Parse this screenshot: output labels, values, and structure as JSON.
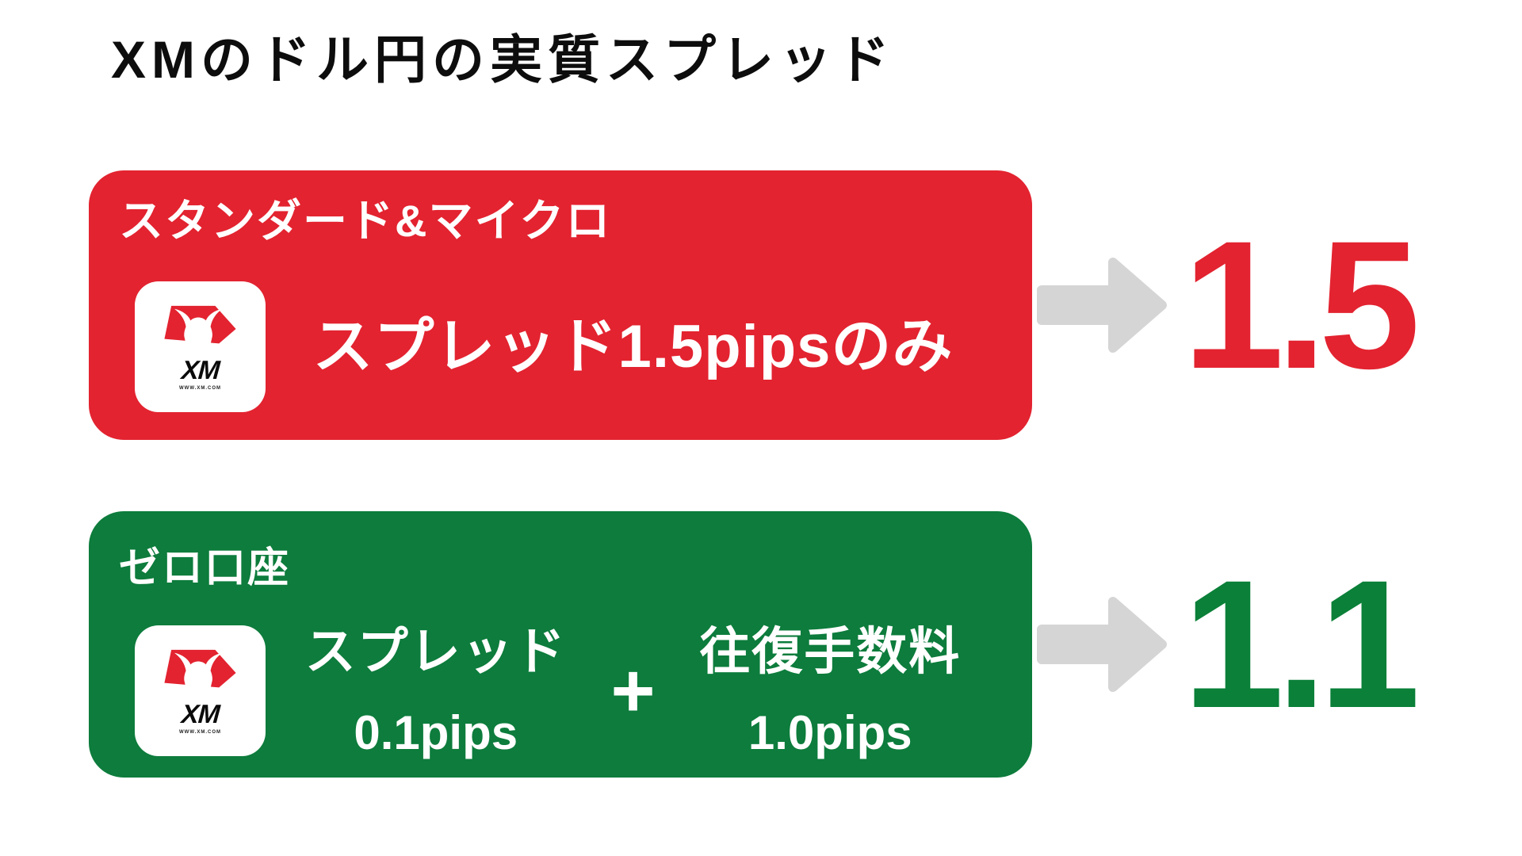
{
  "page": {
    "title": "XMのドル円の実質スプレッド",
    "background": "#ffffff"
  },
  "colors": {
    "card_red": "#e32330",
    "card_green": "#0d7c3c",
    "number_red": "#e32330",
    "number_green": "#0a8038",
    "arrow_gray": "#d5d5d5",
    "title_black": "#0d0d0d",
    "text_white": "#ffffff",
    "logo_bull_red": "#e32330",
    "logo_text_black": "#0a0a0a"
  },
  "logo": {
    "icon": "xm-bull-flag-icon",
    "brand": "XM",
    "url_text": "WWW.XM.COM"
  },
  "icons": {
    "arrow": "right-arrow-icon"
  },
  "rows": [
    {
      "id": "standard-micro",
      "account_label": "スタンダード&マイクロ",
      "description": "スプレッド1.5pipsのみ",
      "result_value": "1.5"
    },
    {
      "id": "zero-account",
      "account_label": "ゼロ口座",
      "spread_line1": "スプレッド",
      "spread_line2": "0.1pips",
      "operator": "+",
      "fee_line1": "往復手数料",
      "fee_line2": "1.0pips",
      "result_value": "1.1"
    }
  ]
}
